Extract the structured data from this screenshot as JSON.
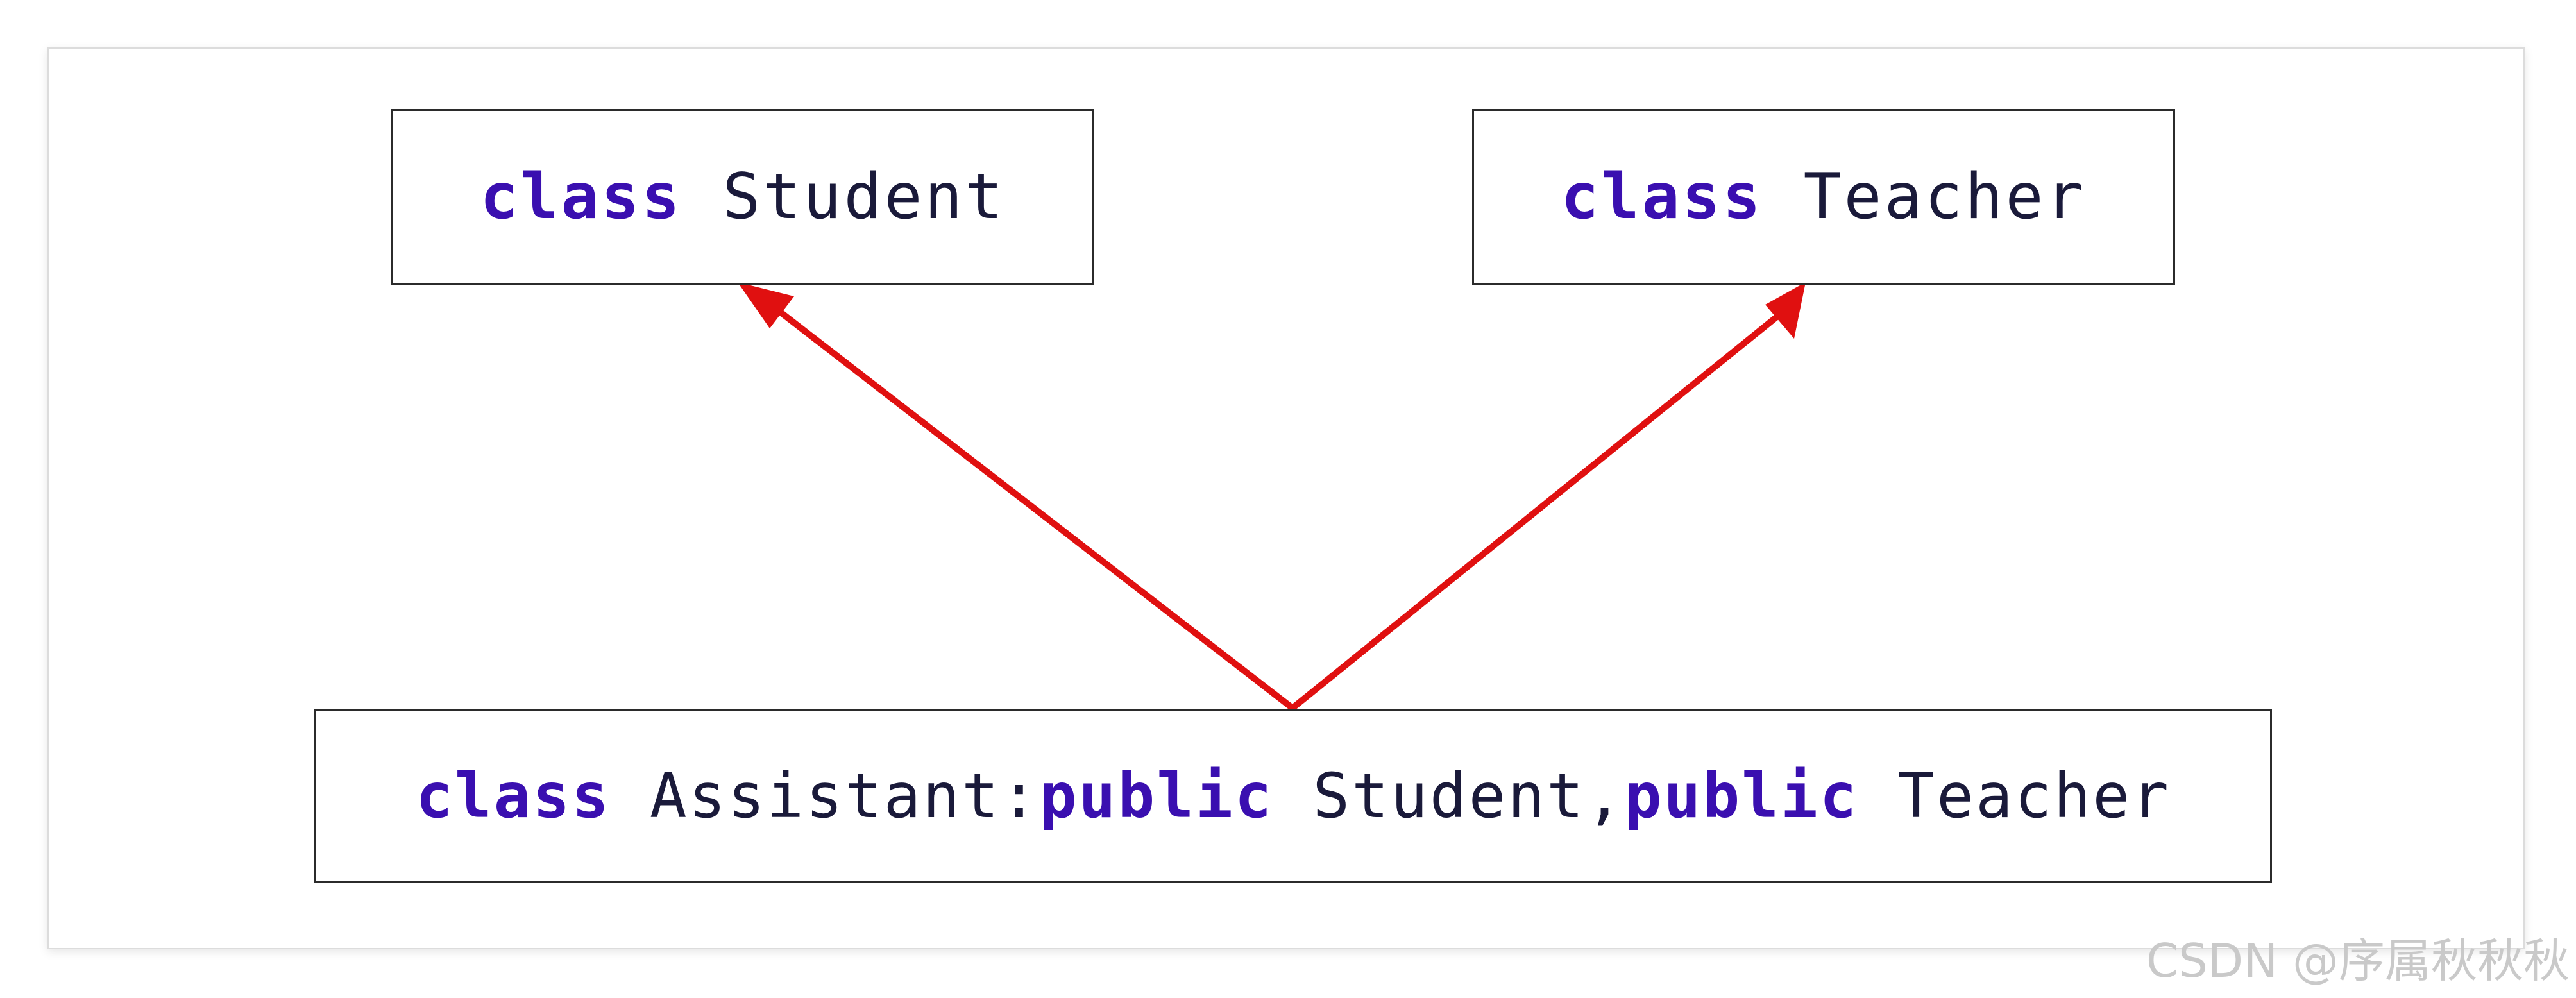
{
  "diagram": {
    "student_box": {
      "keyword": "class",
      "name": "Student"
    },
    "teacher_box": {
      "keyword": "class",
      "name": "Teacher"
    },
    "assistant_box": {
      "keyword": "class",
      "name": "Assistant:",
      "access1": "public",
      "base1": "Student,",
      "access2": "public",
      "base2": "Teacher"
    },
    "arrow_color": "#e01010",
    "keyword_color": "#3a0fb0"
  },
  "watermark": "CSDN @序属秋秋秋"
}
